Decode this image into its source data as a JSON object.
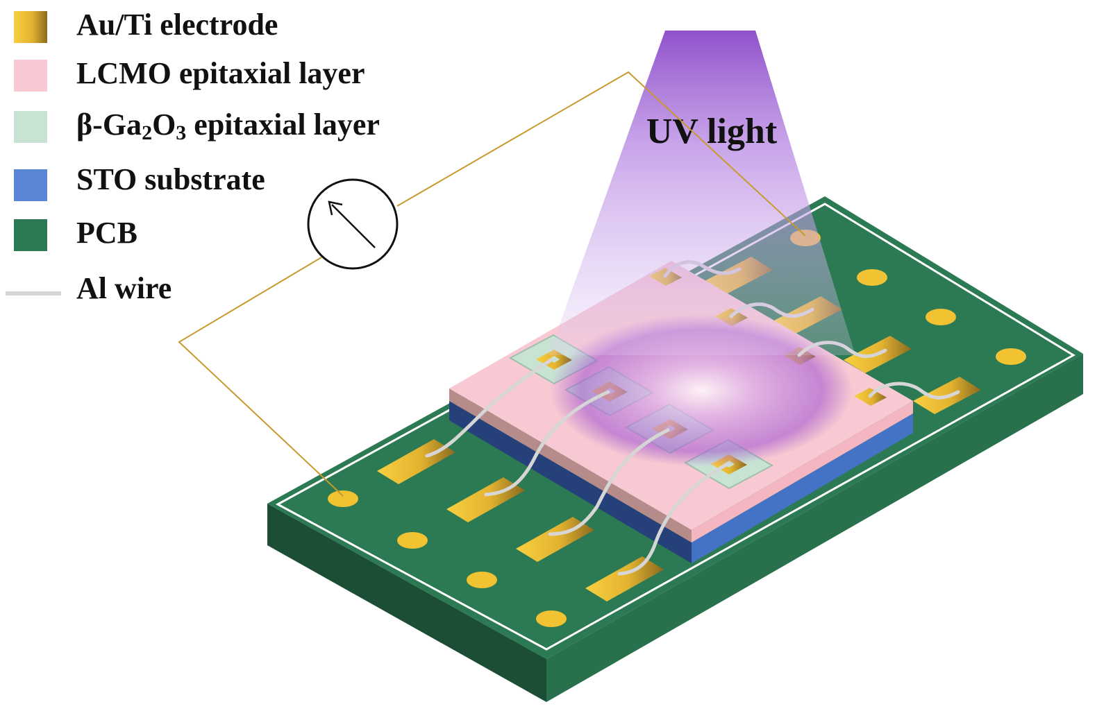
{
  "legend": {
    "items": [
      {
        "label": "Au/Ti electrode",
        "kind": "gold"
      },
      {
        "label": "LCMO epitaxial layer",
        "kind": "pink"
      },
      {
        "label_prefix": "β-Ga",
        "sub1": "2",
        "label_mid": "O",
        "sub2": "3",
        "label_suffix": " epitaxial layer",
        "kind": "mint"
      },
      {
        "label": "STO substrate",
        "kind": "blue"
      },
      {
        "label": "PCB",
        "kind": "green"
      },
      {
        "label": "Al wire",
        "kind": "wire"
      }
    ]
  },
  "beam": {
    "label": "UV light"
  },
  "colors": {
    "gold_light": "#f6cb3c",
    "gold_dark": "#8a6a20",
    "lcmo": "#f8c9d2",
    "lcmo_side": "#b58c8a",
    "ga2o3": "#c9e3d3",
    "sto": "#4472c4",
    "sto_dark": "#26407a",
    "pcb_top": "#2c7a53",
    "pcb_side": "#1f5a3c",
    "pcb_dark": "#184a31",
    "uv": "#9b55d6",
    "wire": "#d6d6d6",
    "circuit": "#c89a2e"
  }
}
